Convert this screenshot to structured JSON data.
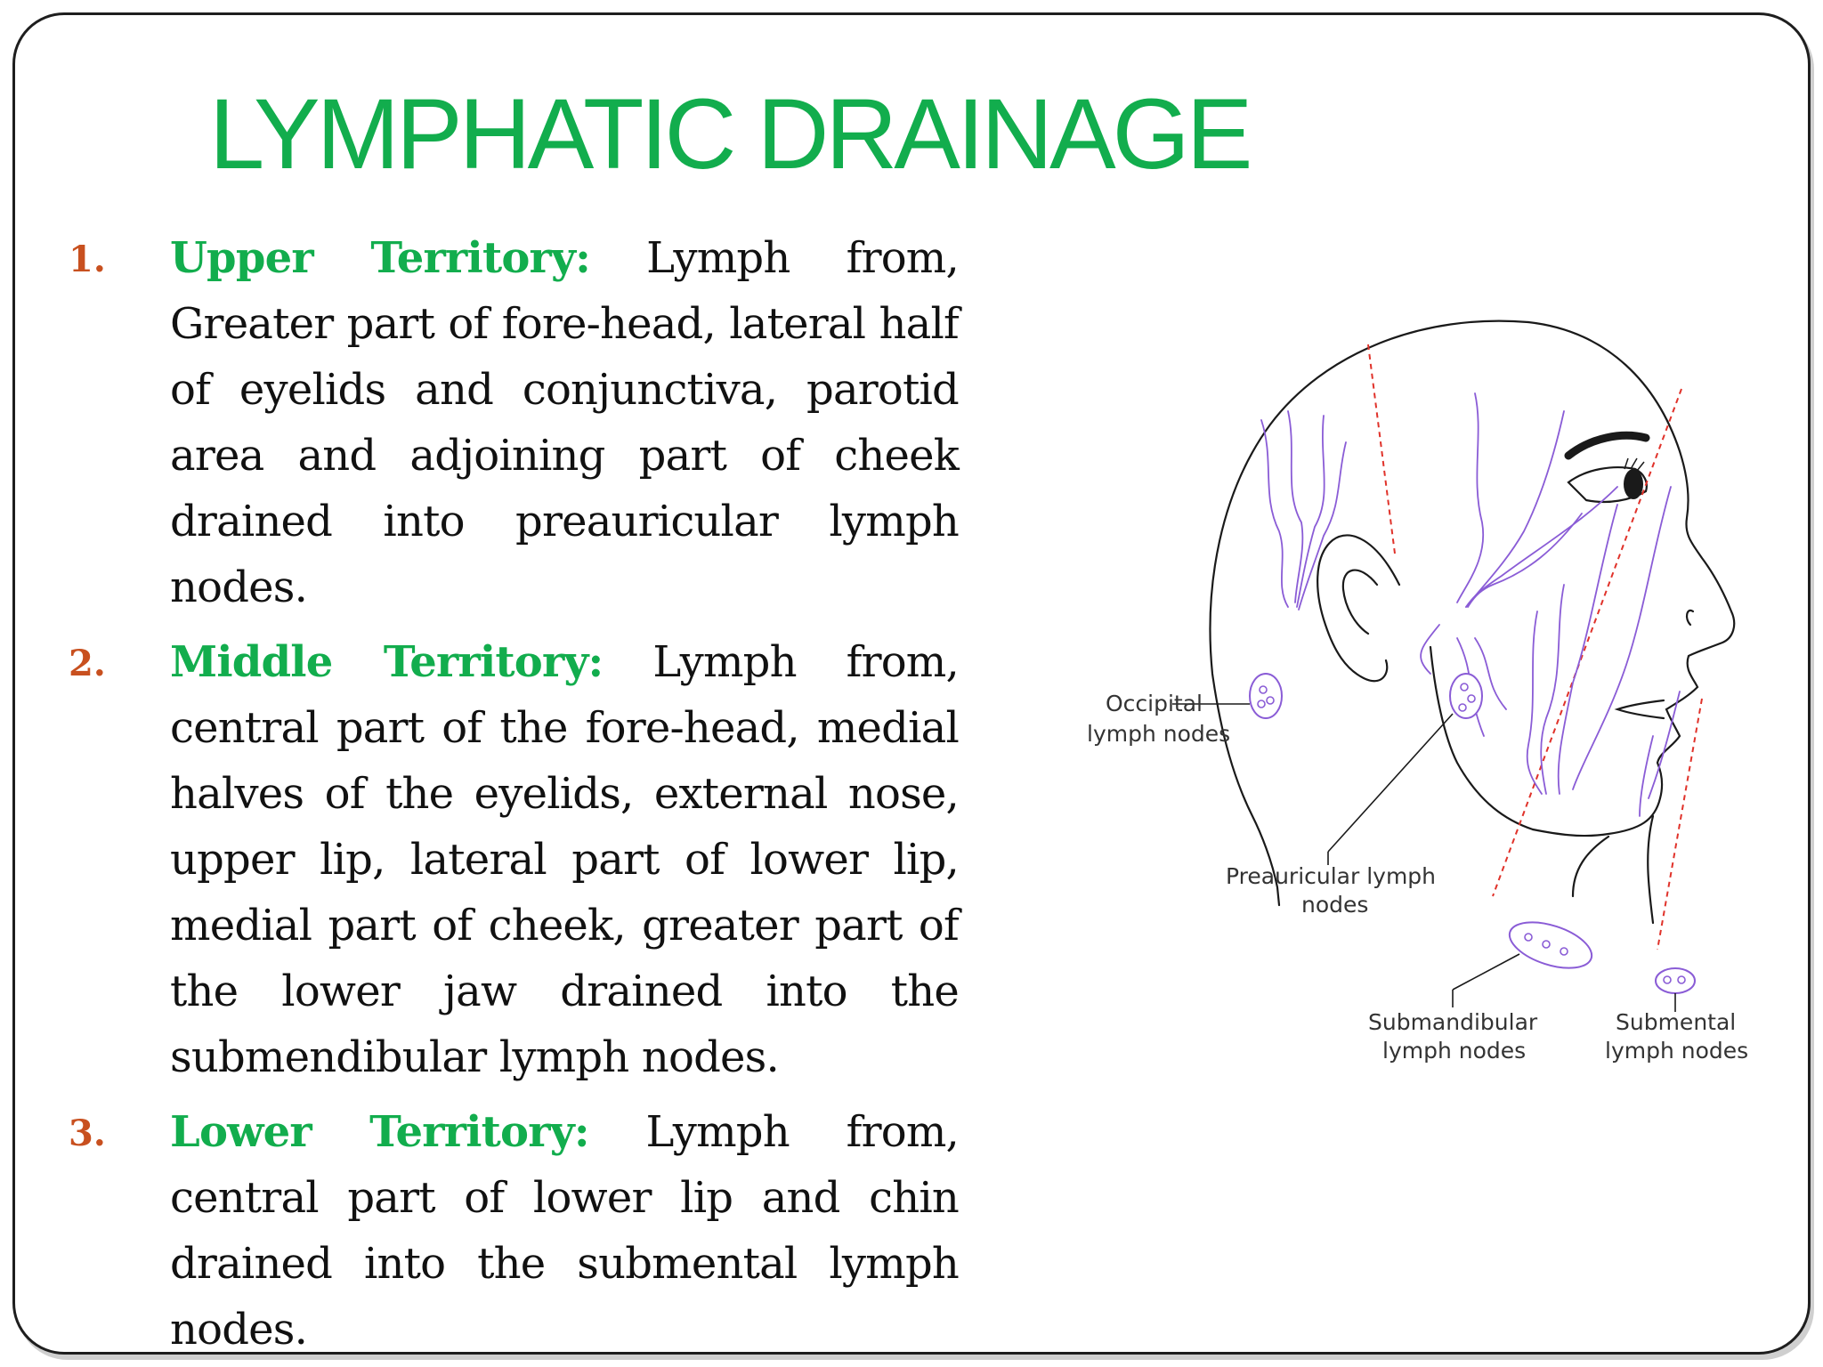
{
  "slide": {
    "title": "LYMPHATIC DRAINAGE",
    "items": [
      {
        "number": "1.",
        "term": "Upper Territory:",
        "text": "Lymph from, Greater part of fore-head, lateral half of eyelids and conjunctiva, parotid area and adjoining part of cheek drained into preauricular lymph nodes."
      },
      {
        "number": "2.",
        "term": "Middle Territory:",
        "text": "Lymph from, central part of the fore-head, medial halves of the eyelids, external nose, upper lip, lateral part of lower lip, medial part of cheek, greater part of the lower jaw drained into the submendibular lymph nodes."
      },
      {
        "number": "3.",
        "term": "Lower Territory:",
        "text": "Lymph from, central part of lower lip and chin drained into the submental lymph nodes."
      }
    ]
  },
  "figure": {
    "labels": {
      "occipital_1": "Occipital",
      "occipital_2": "lymph nodes",
      "preauricular_1": "Preauricular lymph",
      "preauricular_2": "nodes",
      "submandibular_1": "Submandibular",
      "submandibular_2": "lymph nodes",
      "submental_1": "Submental",
      "submental_2": "lymph nodes"
    },
    "colors": {
      "vessel": "#8a5cd6",
      "boundary": "#e0322a",
      "outline": "#1a1a1a"
    }
  }
}
